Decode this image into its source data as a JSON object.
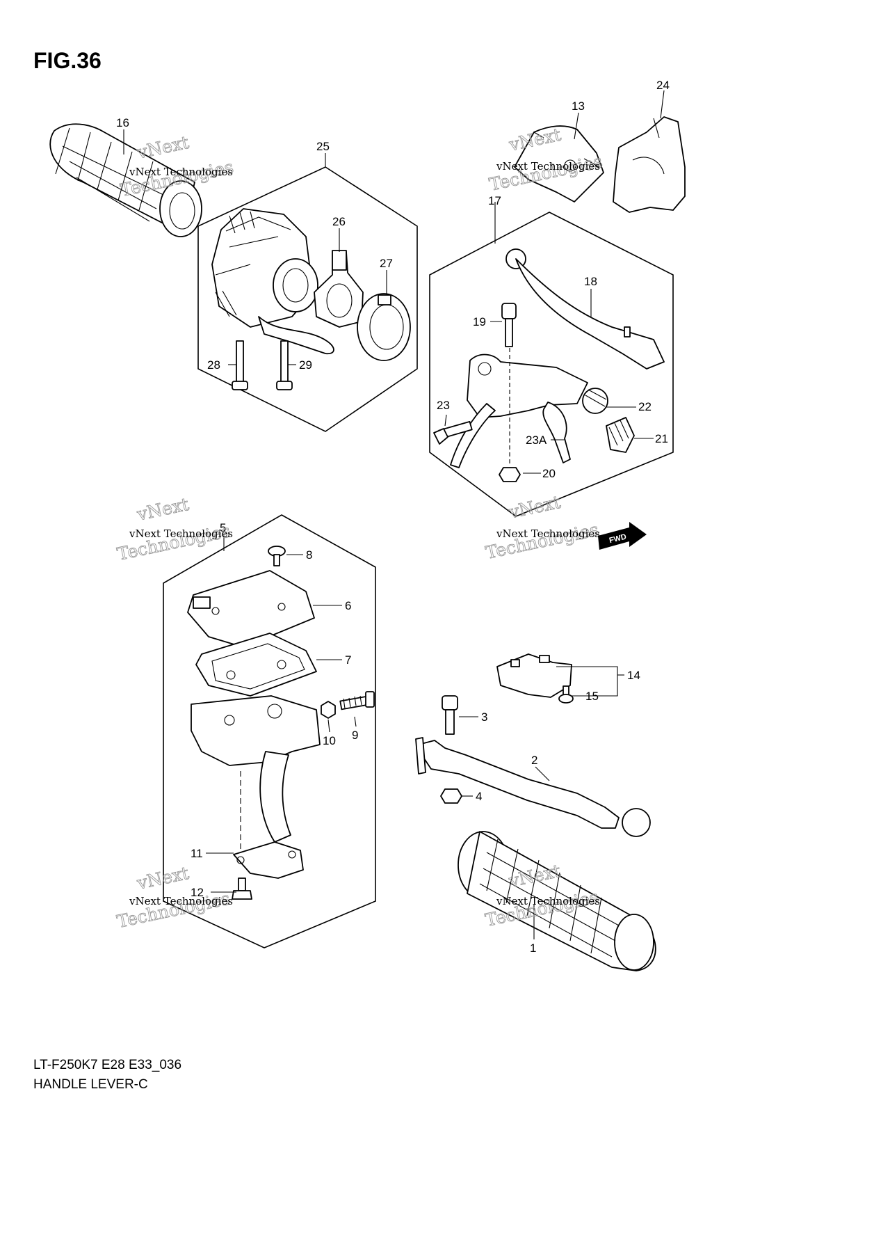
{
  "figure": {
    "title": "FIG.36",
    "model_code": "LT-F250K7 E28 E33_036",
    "caption": "HANDLE LEVER-C"
  },
  "callouts": {
    "c1": "1",
    "c2": "2",
    "c3": "3",
    "c4": "4",
    "c5": "5",
    "c6": "6",
    "c7": "7",
    "c8": "8",
    "c9": "9",
    "c10": "10",
    "c11": "11",
    "c12": "12",
    "c13": "13",
    "c14": "14",
    "c15": "15",
    "c16": "16",
    "c17": "17",
    "c18": "18",
    "c19": "19",
    "c20": "20",
    "c21": "21",
    "c22": "22",
    "c23": "23",
    "c23a": "23A",
    "c24": "24",
    "c25": "25",
    "c26": "26",
    "c27": "27",
    "c28": "28",
    "c29": "29"
  },
  "watermark": {
    "line1": "vNext Technologies",
    "line2": "vNext",
    "line3": "Technologies"
  },
  "direction_marker": {
    "label": "FWD"
  },
  "colors": {
    "ink": "#000000",
    "watermark": "#9a9a9a",
    "paper": "#ffffff"
  }
}
